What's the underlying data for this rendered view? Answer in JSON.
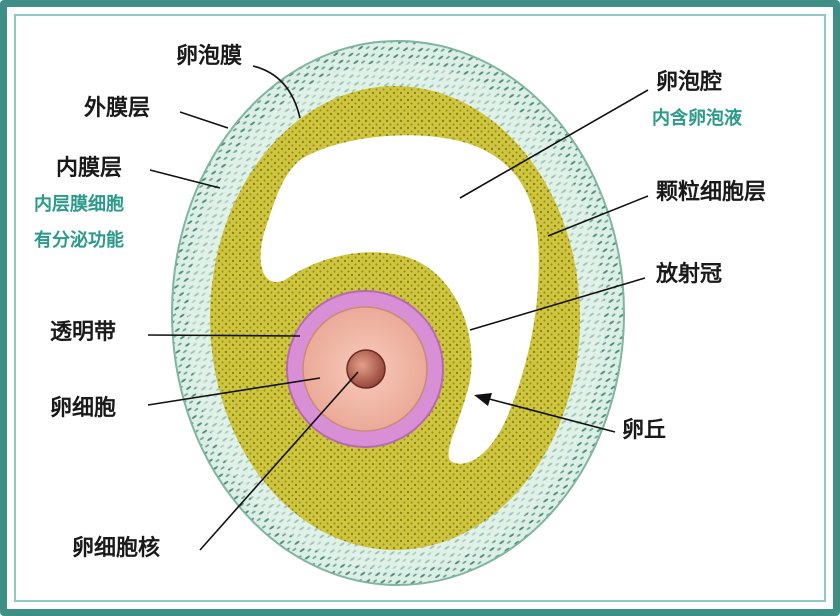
{
  "labels": {
    "follicle_membrane": "卵泡膜",
    "theca_externa": "外膜层",
    "theca_interna": "内膜层",
    "theca_interna_note_1": "内层膜细胞",
    "theca_interna_note_2": "有分泌功能",
    "antrum": "卵泡腔",
    "antrum_note": "内含卵泡液",
    "granulosa_layer": "颗粒细胞层",
    "corona_radiata": "放射冠",
    "zona_pellucida": "透明带",
    "oocyte": "卵细胞",
    "cumulus": "卵丘",
    "oocyte_nucleus": "卵细胞核"
  },
  "colors": {
    "frame": "#3f8f86",
    "theca": "#cfe6dc",
    "granulosa": "#c9c23c",
    "antrum": "#ffffff",
    "zona": "#d98fd6",
    "oocyte": "#f2b7a4",
    "nucleus": "#a54a3e"
  }
}
